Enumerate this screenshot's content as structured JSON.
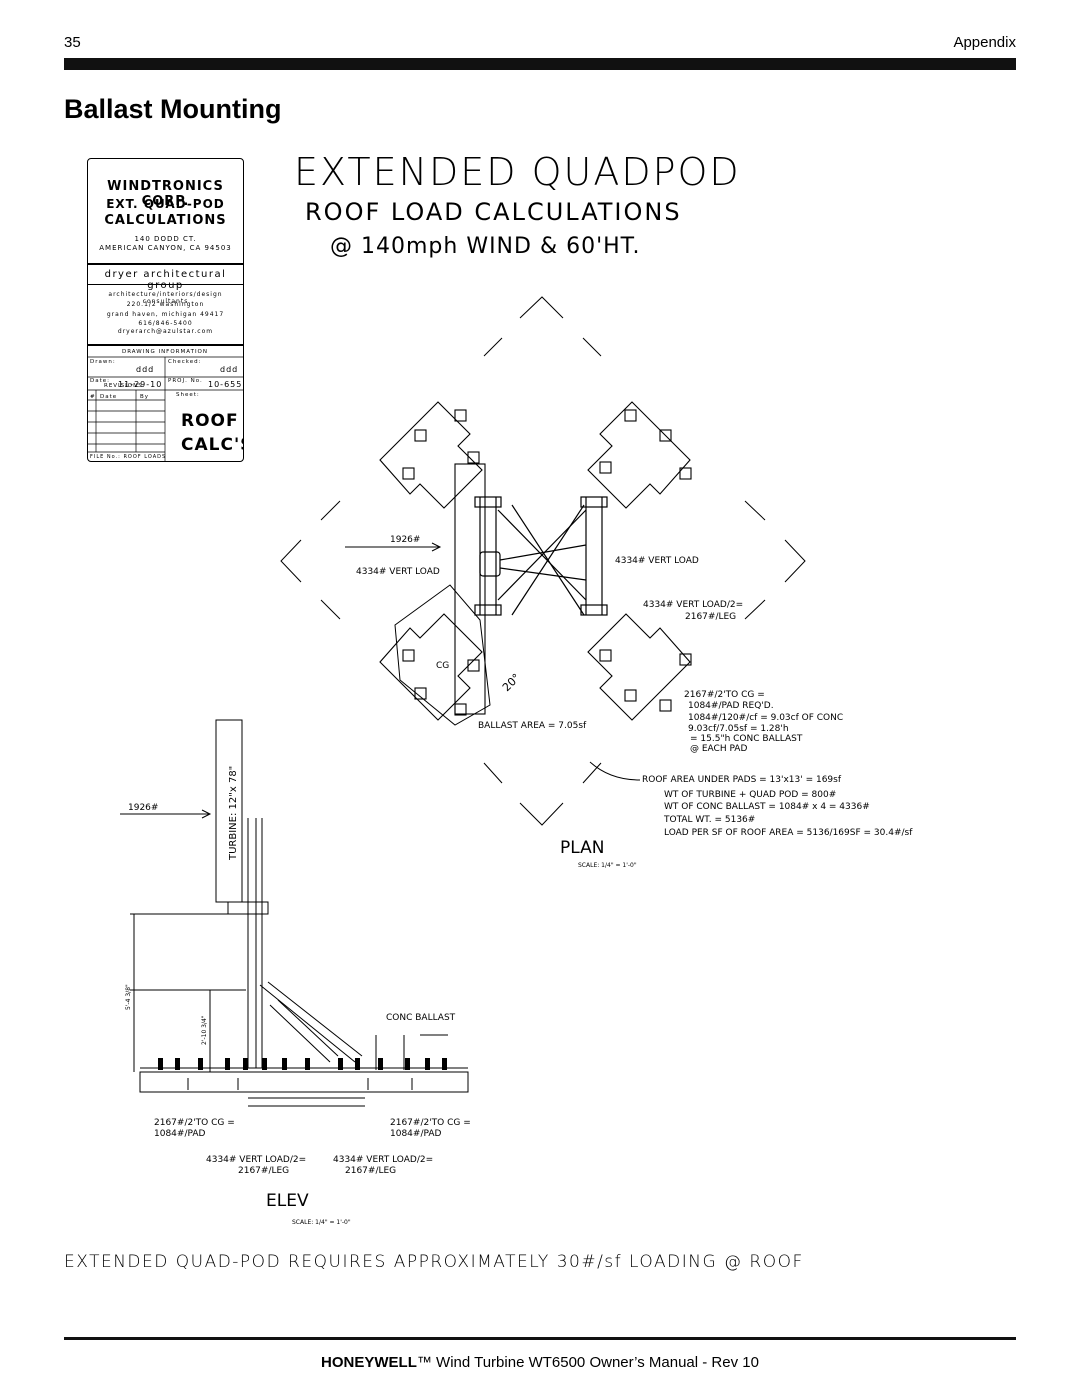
{
  "header": {
    "page_number": "35",
    "section": "Appendix"
  },
  "heading": "Ballast Mounting",
  "drawing": {
    "title": "EXTENDED QUADPOD",
    "subtitle": "ROOF LOAD CALCULATIONS",
    "condition": "@ 140mph WIND & 60'HT.",
    "title_block": {
      "company": "WINDTRONICS CORP.",
      "project_line1": "EXT. QUAD-POD",
      "project_line2": "CALCULATIONS",
      "address1": "140 DODD CT.",
      "address2": "AMERICAN CANYON, CA  94503",
      "firm": "dryer architectural group",
      "firm_desc": "architecture/interiors/design consultants",
      "firm_addr1": "220.1/2 washington",
      "firm_addr2": "grand haven, michigan 49417",
      "firm_phone": "616/846-5400",
      "firm_email": "dryerarch@azulstar.com",
      "drawing_info": "DRAWING INFORMATION",
      "drawn_label": "Drawn:",
      "drawn": "ddd",
      "checked_label": "Checked:",
      "checked": "ddd",
      "date_label": "Date:",
      "date": "11-29-10",
      "proj_label": "PROJ. No.",
      "proj": "10-655",
      "revisions": "REVISIONS",
      "sheet_label": "Sheet:",
      "rev_num": "#",
      "rev_date": "Date",
      "rev_by": "By",
      "sheet1": "ROOF LOAD",
      "sheet2": "CALC'S",
      "file_no": "FILE No.: ROOF LOADS"
    },
    "plan": {
      "force": "1926#",
      "vert_load_left": "4334# VERT LOAD",
      "vert_load_right": "4334# VERT LOAD",
      "vert_half": "4334# VERT LOAD/2=",
      "per_leg": "2167#/LEG",
      "cg": "CG",
      "angle": "20°",
      "ballast_area": "BALLAST AREA = 7.05sf",
      "calc1": "2167#/2'TO CG =",
      "calc2": "1084#/PAD REQ'D.",
      "calc3": "1084#/120#/cf = 9.03cf OF CONC",
      "calc4": "9.03cf/7.05sf = 1.28'h",
      "calc5": "= 15.5\"h CONC BALLAST",
      "calc6": "@ EACH PAD",
      "roof1": "ROOF AREA UNDER PADS = 13'x13' = 169sf",
      "roof2": "WT OF TURBINE + QUAD POD = 800#",
      "roof3": "WT OF CONC BALLAST = 1084# x 4 = 4336#",
      "roof4": "TOTAL WT. = 5136#",
      "roof5": "LOAD PER SF OF ROOF AREA = 5136/169SF = 30.4#/sf",
      "label": "PLAN",
      "scale": "SCALE: 1/4\" = 1'-0\""
    },
    "elev": {
      "force": "1926#",
      "turbine": "TURBINE: 12\"x 78\"",
      "conc": "CONC BALLAST",
      "dim1": "5'-4 3/8\"",
      "dim2": "2'-10 3/4\"",
      "calc_left1": "2167#/2'TO CG =",
      "calc_left2": "1084#/PAD",
      "calc_right1": "2167#/2'TO CG =",
      "calc_right2": "1084#/PAD",
      "leg_left1": "4334# VERT LOAD/2=",
      "leg_left2": "2167#/LEG",
      "leg_right1": "4334# VERT LOAD/2=",
      "leg_right2": "2167#/LEG",
      "label": "ELEV",
      "scale": "SCALE: 1/4\" = 1'-0\""
    },
    "note": "EXTENDED QUAD-POD REQUIRES APPROXIMATELY 30#/sf LOADING @ ROOF"
  },
  "footer": {
    "brand": "HONEYWELL",
    "text": "™ Wind Turbine WT6500 Owner’s Manual - Rev 10"
  }
}
